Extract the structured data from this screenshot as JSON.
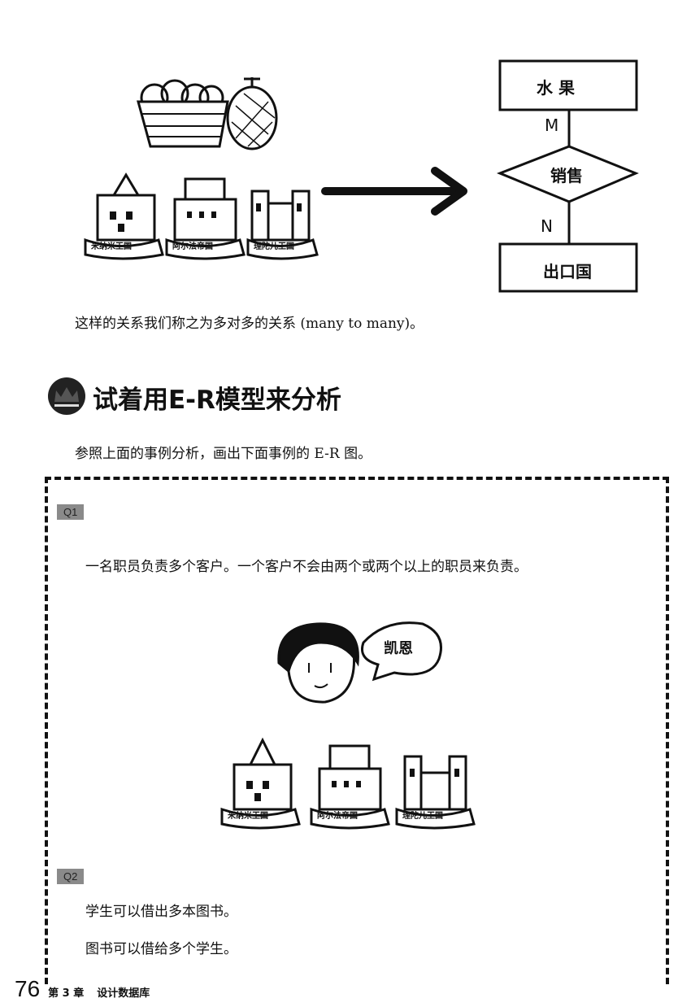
{
  "illustration_top": {
    "castle_labels": [
      "米纳米王国",
      "阿尔法帝国",
      "理陀儿王国"
    ]
  },
  "er_diagram": {
    "entity_top": "水 果",
    "cardinality_top": "M",
    "relationship": "销售",
    "cardinality_bottom": "N",
    "entity_bottom": "出口国"
  },
  "caption": "这样的关系我们称之为多对多的关系 (many to many)。",
  "section": {
    "title": "试着用E-R模型来分析",
    "intro": "参照上面的事例分析，画出下面事例的 E-R 图。"
  },
  "exercises": {
    "q1": {
      "label": "Q1",
      "text": "一名职员负责多个客户。一个客户不会由两个或两个以上的职员来负责。",
      "speech": "凯恩",
      "castle_labels": [
        "米纳米王国",
        "阿尔法帝国",
        "理陀儿王国"
      ]
    },
    "q2": {
      "label": "Q2",
      "lines": [
        "学生可以借出多本图书。",
        "图书可以借给多个学生。"
      ]
    }
  },
  "footer": {
    "page_number": "76",
    "chapter": "第 3 章",
    "chapter_title": "设计数据库"
  }
}
